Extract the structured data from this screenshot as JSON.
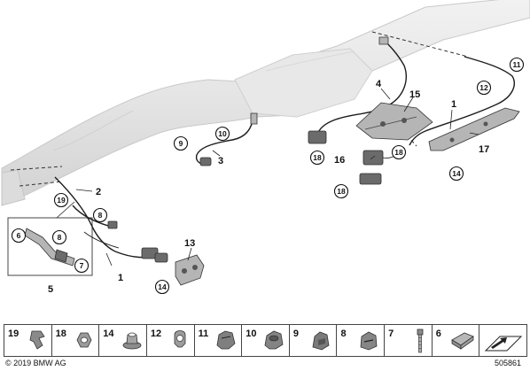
{
  "callouts": {
    "c1_main": "1",
    "c1_lower": "1",
    "c2": "2",
    "c3": "3",
    "c4": "4",
    "c5": "5",
    "c6": "6",
    "c7": "7",
    "c8_left": "8",
    "c8_right": "8",
    "c9": "9",
    "c10": "10",
    "c11": "11",
    "c12": "12",
    "c13": "13",
    "c14_lower": "14",
    "c14_right": "14",
    "c15": "15",
    "c16": "16",
    "c17": "17",
    "c18_a": "18",
    "c18_b": "18",
    "c18_c": "18",
    "c19": "19"
  },
  "legend": [
    {
      "num": "19",
      "icon": "clip-icon"
    },
    {
      "num": "18",
      "icon": "hex-nut-icon"
    },
    {
      "num": "14",
      "icon": "flange-nut-icon"
    },
    {
      "num": "12",
      "icon": "cable-clamp-icon"
    },
    {
      "num": "11",
      "icon": "cable-holder-icon"
    },
    {
      "num": "10",
      "icon": "cable-holder-icon"
    },
    {
      "num": "9",
      "icon": "cable-holder-icon"
    },
    {
      "num": "8",
      "icon": "cable-holder-icon"
    },
    {
      "num": "7",
      "icon": "stud-bolt-icon"
    },
    {
      "num": "6",
      "icon": "protective-sleeve-icon"
    },
    {
      "num": "",
      "icon": "direction-arrow-icon"
    }
  ],
  "footer": {
    "copyright": "© 2019 BMW AG",
    "diagram_id": "505861"
  }
}
